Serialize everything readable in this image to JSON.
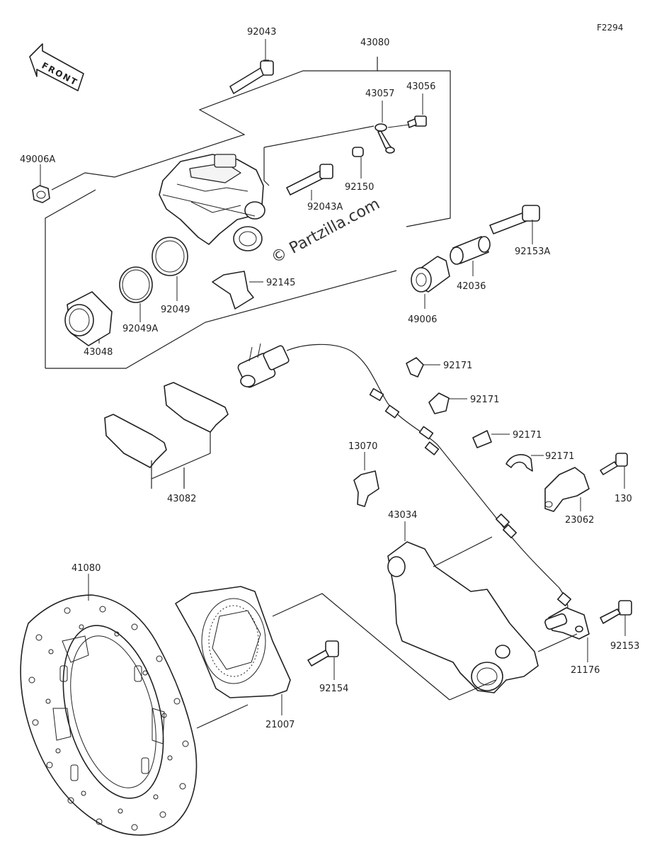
{
  "figure_code": "F2294",
  "front_label": "FRONT",
  "watermark": "© Partzilla.com",
  "parts": {
    "p92043": "92043",
    "p43080": "43080",
    "p43057": "43057",
    "p43056": "43056",
    "p49006A": "49006A",
    "p92150": "92150",
    "p92043A": "92043A",
    "p92153A": "92153A",
    "p92145": "92145",
    "p92049": "92049",
    "p92049A": "92049A",
    "p43048": "43048",
    "p42036": "42036",
    "p49006": "49006",
    "p92171a": "92171",
    "p92171b": "92171",
    "p92171c": "92171",
    "p92171d": "92171",
    "p13070": "13070",
    "p130": "130",
    "p23062": "23062",
    "p43082": "43082",
    "p43034": "43034",
    "p41080": "41080",
    "p92153": "92153",
    "p21176": "21176",
    "p92154": "92154",
    "p21007": "21007"
  }
}
